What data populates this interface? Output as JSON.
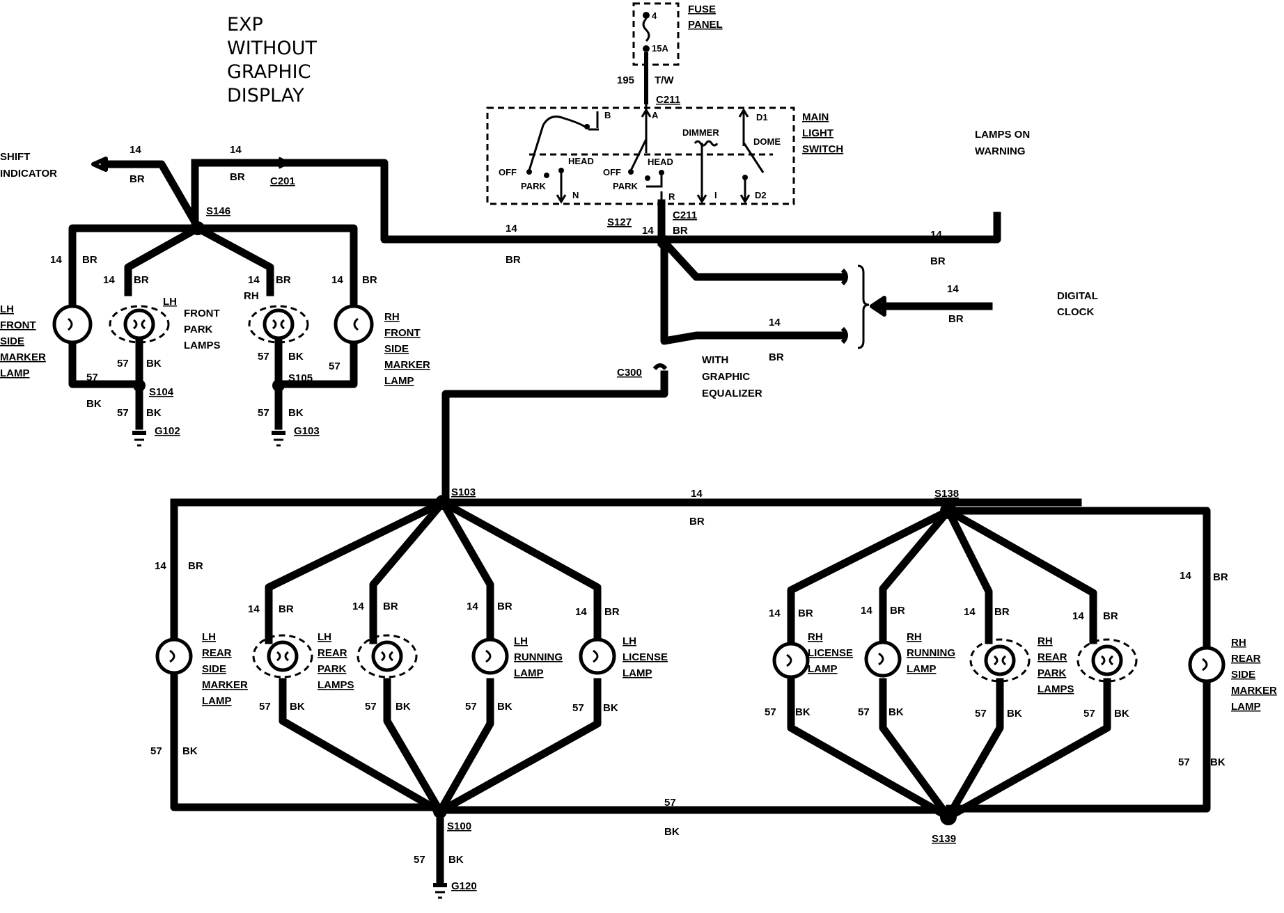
{
  "title": [
    "EXP",
    "WITHOUT",
    "GRAPHIC",
    "DISPLAY"
  ],
  "fuse_panel": {
    "label": [
      "FUSE",
      "PANEL"
    ],
    "pin": "4",
    "rating": "15A",
    "circuit": "195",
    "color": "T/W"
  },
  "connectors": {
    "c211_top": "C211",
    "c211_bottom": "C211",
    "c201": "C201",
    "c300": "C300"
  },
  "splices": {
    "s146": "S146",
    "s127": "S127",
    "s104": "S104",
    "s105": "S105",
    "s103": "S103",
    "s138": "S138",
    "s100": "S100",
    "s139": "S139"
  },
  "grounds": {
    "g102": "G102",
    "g103": "G103",
    "g120": "G120"
  },
  "main_switch": {
    "label": [
      "MAIN",
      "LIGHT",
      "SWITCH"
    ],
    "terminals": {
      "b": "B",
      "a": "A",
      "d1": "D1",
      "d2": "D2",
      "n": "N",
      "r": "R",
      "i": "I"
    },
    "left": {
      "off": "OFF",
      "park": "PARK",
      "head": "HEAD"
    },
    "right": {
      "off": "OFF",
      "park": "PARK",
      "head": "HEAD"
    },
    "dimmer": "DIMMER",
    "dome": "DOME"
  },
  "callouts": {
    "shift_indicator": [
      "SHIFT",
      "INDICATOR"
    ],
    "lamps_on_warning": [
      "LAMPS ON",
      "WARNING"
    ],
    "digital_clock": [
      "DIGITAL",
      "CLOCK"
    ],
    "graphic_equalizer": [
      "WITH",
      "GRAPHIC",
      "EQUALIZER"
    ]
  },
  "wire_labels": {
    "br_gauge": "14",
    "br_color": "BR",
    "bk_gauge": "57",
    "bk_color": "BK",
    "rh": "RH"
  },
  "front_lamps": {
    "lh_side": [
      "LH",
      "FRONT",
      "SIDE",
      "MARKER",
      "LAMP"
    ],
    "lh_prefix": "LH",
    "park": [
      "FRONT",
      "PARK",
      "LAMPS"
    ],
    "rh_side": [
      "RH",
      "FRONT",
      "SIDE",
      "MARKER",
      "LAMP"
    ]
  },
  "rear_lamps": {
    "lh_side": [
      "LH",
      "REAR",
      "SIDE",
      "MARKER",
      "LAMP"
    ],
    "lh_park": [
      "LH",
      "REAR",
      "PARK",
      "LAMPS"
    ],
    "lh_running": [
      "LH",
      "RUNNING",
      "LAMP"
    ],
    "lh_license": [
      "LH",
      "LICENSE",
      "LAMP"
    ],
    "rh_license": [
      "RH",
      "LICENSE",
      "LAMP"
    ],
    "rh_running": [
      "RH",
      "RUNNING",
      "LAMP"
    ],
    "rh_park": [
      "RH",
      "REAR",
      "PARK",
      "LAMPS"
    ],
    "rh_side": [
      "RH",
      "REAR",
      "SIDE",
      "MARKER",
      "LAMP"
    ]
  }
}
